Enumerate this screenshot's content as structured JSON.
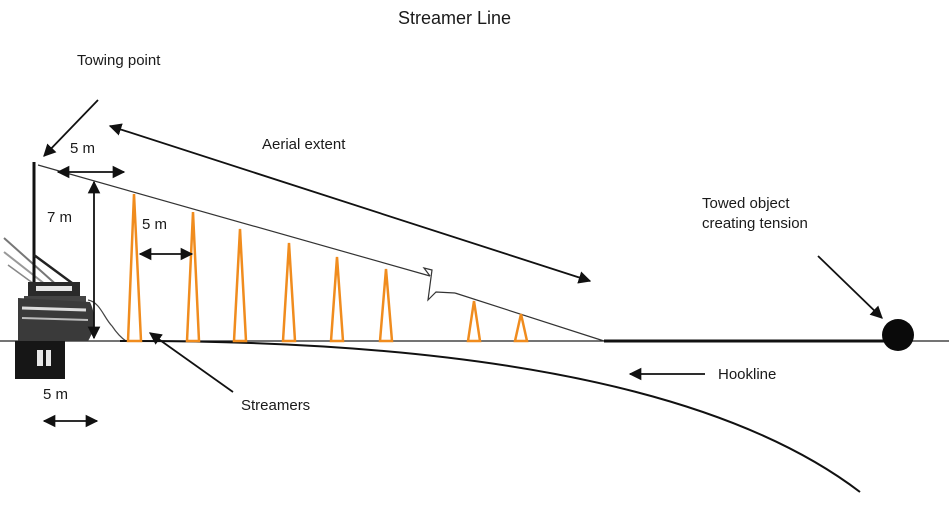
{
  "title": "Streamer Line",
  "labels": {
    "towing_point": "Towing point",
    "dim_top": "5 m",
    "aerial_extent": "Aerial extent",
    "height": "7 m",
    "spacing": "5 m",
    "towed_object_line1": "Towed object",
    "towed_object_line2": "creating tension",
    "hookline": "Hookline",
    "streamers": "Streamers",
    "boat_width": "5 m"
  },
  "colors": {
    "line": "#111111",
    "streamer": "#f08c1e"
  }
}
